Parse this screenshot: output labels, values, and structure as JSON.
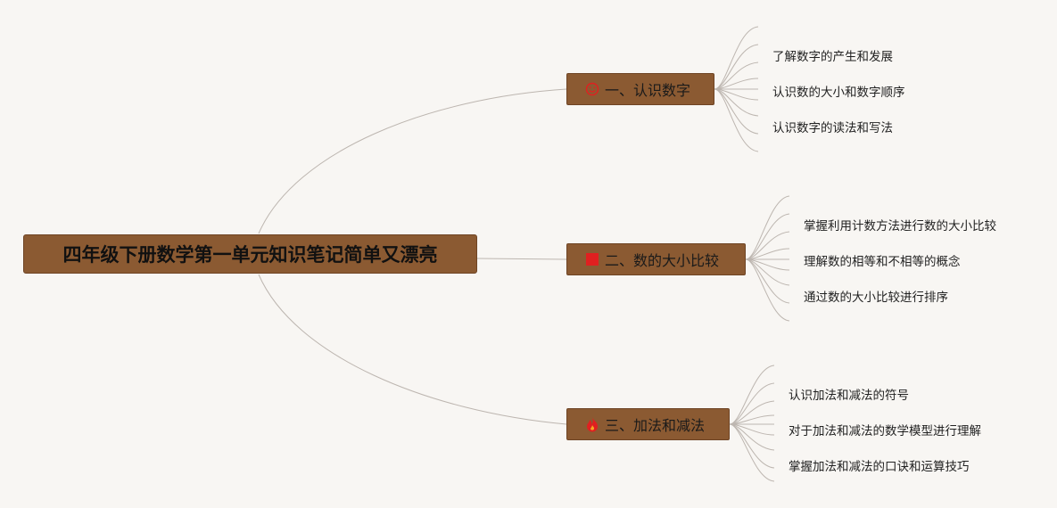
{
  "root": {
    "label": "四年级下册数学第一单元知识笔记简单又漂亮"
  },
  "branches": [
    {
      "label": "一、认识数字",
      "icon": "smiley-face-icon",
      "leaves": [
        "了解数字的产生和发展",
        "认识数的大小和数字顺序",
        "认识数字的读法和写法"
      ]
    },
    {
      "label": "二、数的大小比较",
      "icon": "red-square-icon",
      "leaves": [
        "掌握利用计数方法进行数的大小比较",
        "理解数的相等和不相等的概念",
        "通过数的大小比较进行排序"
      ]
    },
    {
      "label": "三、加法和减法",
      "icon": "fire-icon",
      "leaves": [
        "认识加法和减法的符号",
        "对于加法和减法的数学模型进行理解",
        "掌握加法和减法的口诀和运算技巧"
      ]
    }
  ],
  "colors": {
    "node_fill": "#8b5a32",
    "connector": "#bdb6b0",
    "icon_red": "#e02020",
    "background": "#f8f6f3"
  }
}
